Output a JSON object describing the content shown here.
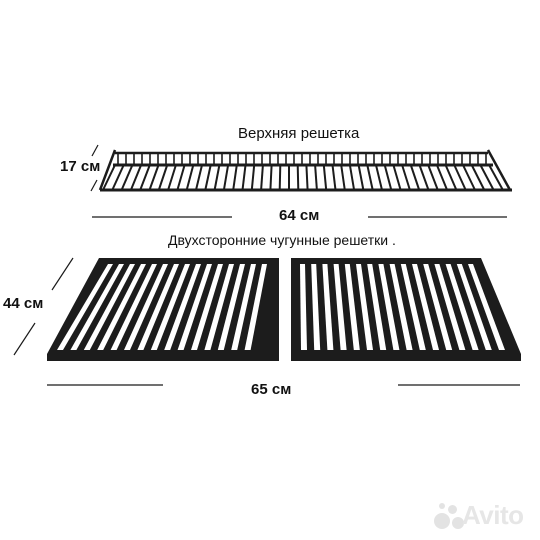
{
  "upper_grate": {
    "title": "Верхняя решетка",
    "height_label": "17 см",
    "width_label": "64 см"
  },
  "cast_grates": {
    "title": "Двухсторонние чугунные решетки .",
    "depth_label": "44 см",
    "width_label": "65 см"
  },
  "watermark": {
    "text": "Avito"
  },
  "colors": {
    "grate": "#1c1c1c",
    "line": "#1a1a1a",
    "watermark": "#e6e6e6"
  }
}
